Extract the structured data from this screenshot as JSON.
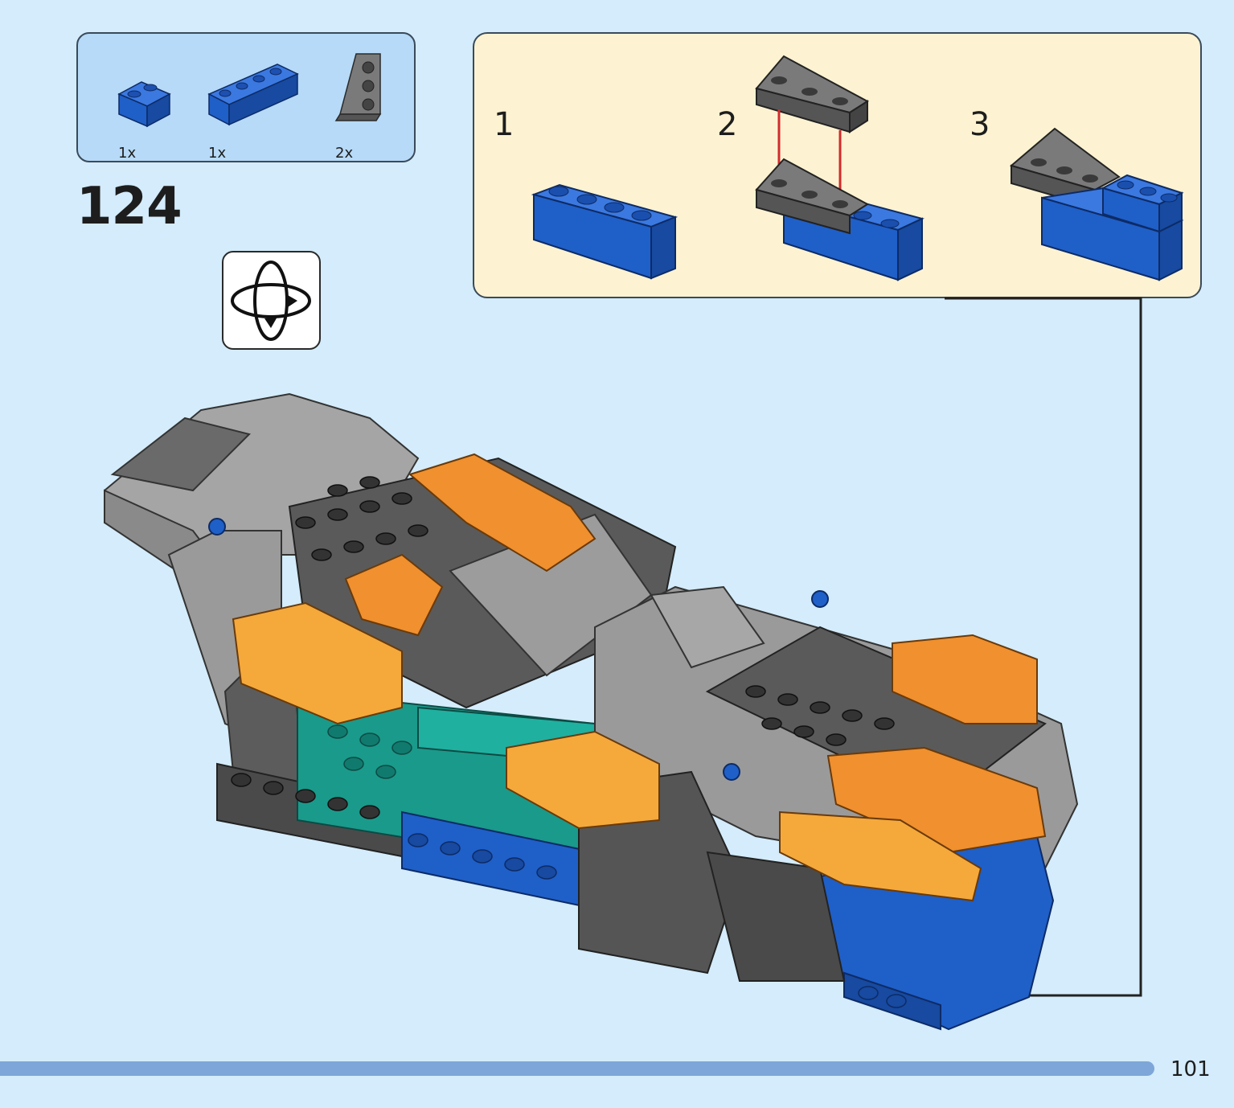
{
  "parts": [
    {
      "name": "blue-brick-1x2",
      "quantity": "1x"
    },
    {
      "name": "blue-brick-1x4",
      "quantity": "1x"
    },
    {
      "name": "grey-wedge-plate",
      "quantity": "2x"
    }
  ],
  "step": {
    "number": "124"
  },
  "subassembly": {
    "steps": [
      {
        "label": "1"
      },
      {
        "label": "2"
      },
      {
        "label": "3"
      }
    ]
  },
  "icons": {
    "rotate": "rotate-model-icon"
  },
  "colors": {
    "background": "#d4ecfb",
    "parts_panel": "#b6daf7",
    "sub_panel": "#fdf3d2",
    "lego_blue": "#1f5fc8",
    "lego_grey": "#6b6b6b",
    "lego_orange": "#f0902e",
    "lego_teal": "#1a9a8a",
    "arrow_red": "#d22b2b",
    "bottom_bar": "#7ea6d8"
  },
  "page": {
    "number": "101"
  }
}
